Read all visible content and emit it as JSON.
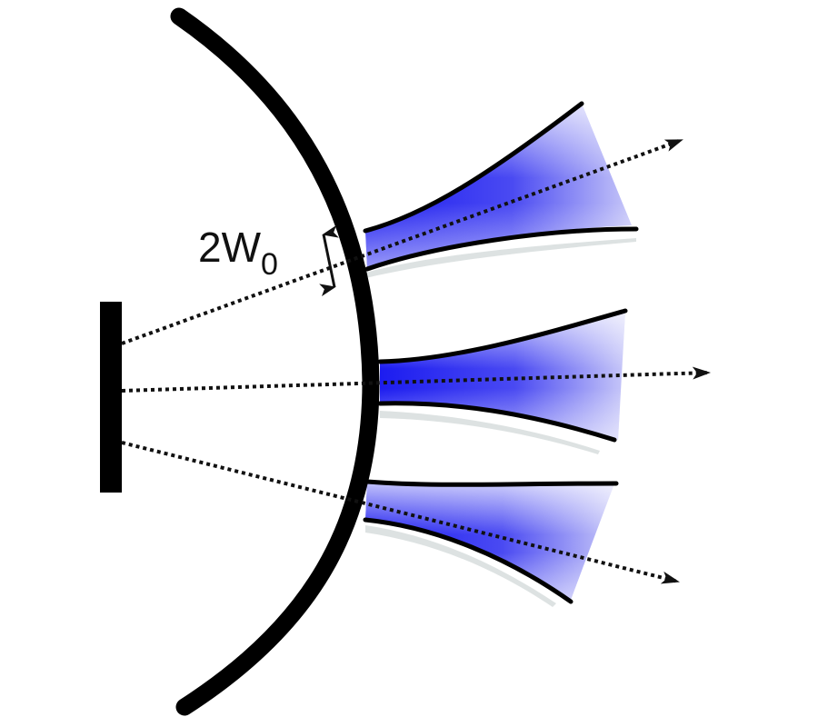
{
  "diagram": {
    "description": "Emitter array illuminating a curved mirror, producing three diverging Gaussian beams",
    "label_waist": {
      "main": "2W",
      "subscript": "0"
    },
    "colors": {
      "background": "#ffffff",
      "outline": "#000000",
      "beam_core": "#2a2af0",
      "beam_edge": "#d4d4fa",
      "shadow": "#dde2e2"
    },
    "elements": [
      {
        "id": "emitter-bar",
        "type": "flat source (vertical bar)"
      },
      {
        "id": "curved-mirror",
        "type": "concave mirror arc"
      },
      {
        "id": "beam-top",
        "type": "diverging beam, tilted upward"
      },
      {
        "id": "beam-middle",
        "type": "diverging beam, horizontal"
      },
      {
        "id": "beam-bottom",
        "type": "diverging beam, tilted downward"
      },
      {
        "id": "ray-top",
        "type": "dotted ray with arrow"
      },
      {
        "id": "ray-middle",
        "type": "dotted ray with arrow"
      },
      {
        "id": "ray-bottom",
        "type": "dotted ray with arrow"
      },
      {
        "id": "waist-marker",
        "type": "double-headed arrow"
      }
    ]
  }
}
